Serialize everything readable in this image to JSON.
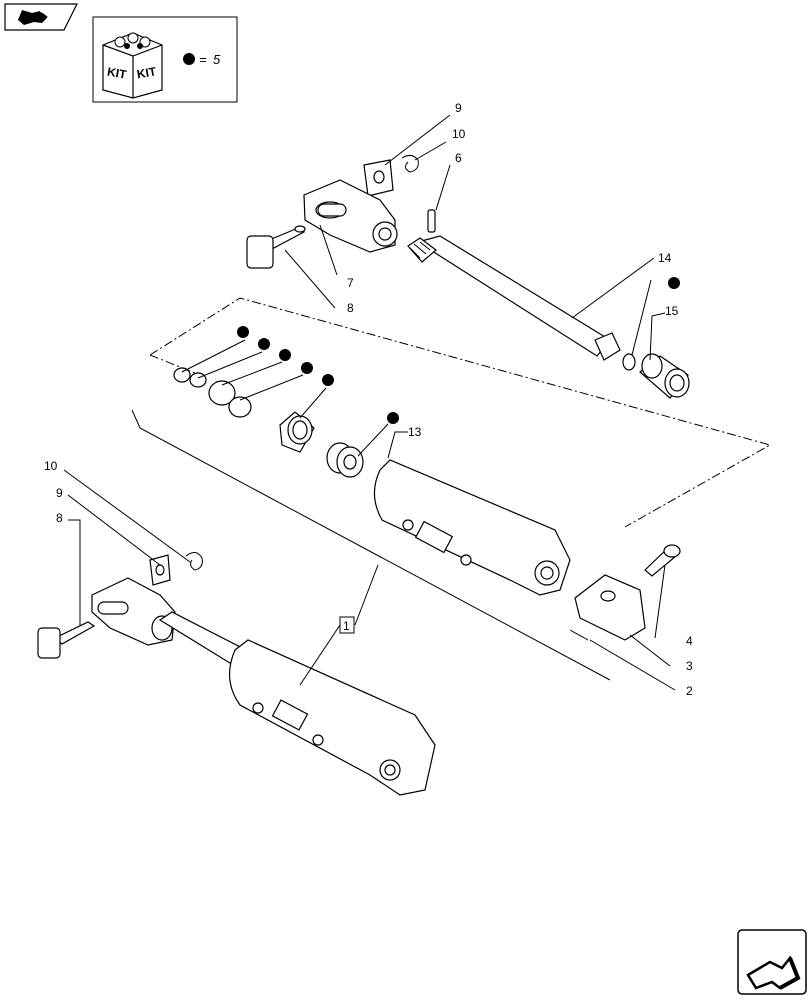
{
  "kit_box": {
    "kit_label_left": "KIT",
    "kit_label_right": "KIT",
    "equals": "=",
    "quantity": "5"
  },
  "callouts": {
    "c1": "1",
    "c2": "2",
    "c3": "3",
    "c4": "4",
    "c6": "6",
    "c7": "7",
    "c8_top": "8",
    "c8_left": "8",
    "c9_top": "9",
    "c9_left": "9",
    "c10_top": "10",
    "c10_left": "10",
    "c13": "13",
    "c14": "14",
    "c15": "15"
  },
  "icons": {
    "top_left": "previous-page-arrow-icon",
    "bottom_right": "next-page-arrow-icon"
  }
}
